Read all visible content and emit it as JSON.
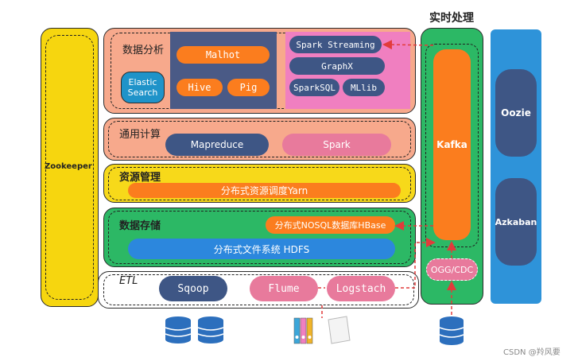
{
  "zookeeper": "Zookeeper",
  "realtime": {
    "title": "实时处理",
    "kafka": "Kafka",
    "ogg": "OGG/CDC"
  },
  "scheduler": {
    "oozie": "Oozie",
    "azkaban": "Azkaban"
  },
  "analysis": {
    "title": "数据分析",
    "elastic": "Elastic\nSearch",
    "malhot": "Malhot",
    "hive": "Hive",
    "pig": "Pig",
    "spark_streaming": "Spark Streaming",
    "graphx": "GraphX",
    "sparksql": "SparkSQL",
    "mllib": "MLlib"
  },
  "compute": {
    "title": "通用计算",
    "mapreduce": "Mapreduce",
    "spark": "Spark"
  },
  "resource": {
    "title": "资源管理",
    "yarn": "分布式资源调度Yarn"
  },
  "storage": {
    "title": "数据存储",
    "hbase": "分布式NOSQL数据库HBase",
    "hdfs": "分布式文件系统 HDFS"
  },
  "etl": {
    "title": "ETL",
    "sqoop": "Sqoop",
    "flume": "Flume",
    "logstach": "Logstach"
  },
  "watermark": "CSDN @羚风要",
  "colors": {
    "zookeeper": "#f6d60f",
    "analysis_bg": "#f7a98c",
    "analysis_dark": "#4a5a86",
    "analysis_pink": "#f07fc0",
    "orange_pill": "#fb7d1e",
    "blue_pill": "#2c87dd",
    "compute_bg": "#f7a98c",
    "rose_pill": "#e87a9c",
    "slate_pill": "#3e5685",
    "resource_bg": "#f7d91a",
    "storage_bg": "#2cb865",
    "realtime_bg": "#2cb865",
    "scheduler_bg": "#2e93d9",
    "arrow": "#e23b3b"
  }
}
